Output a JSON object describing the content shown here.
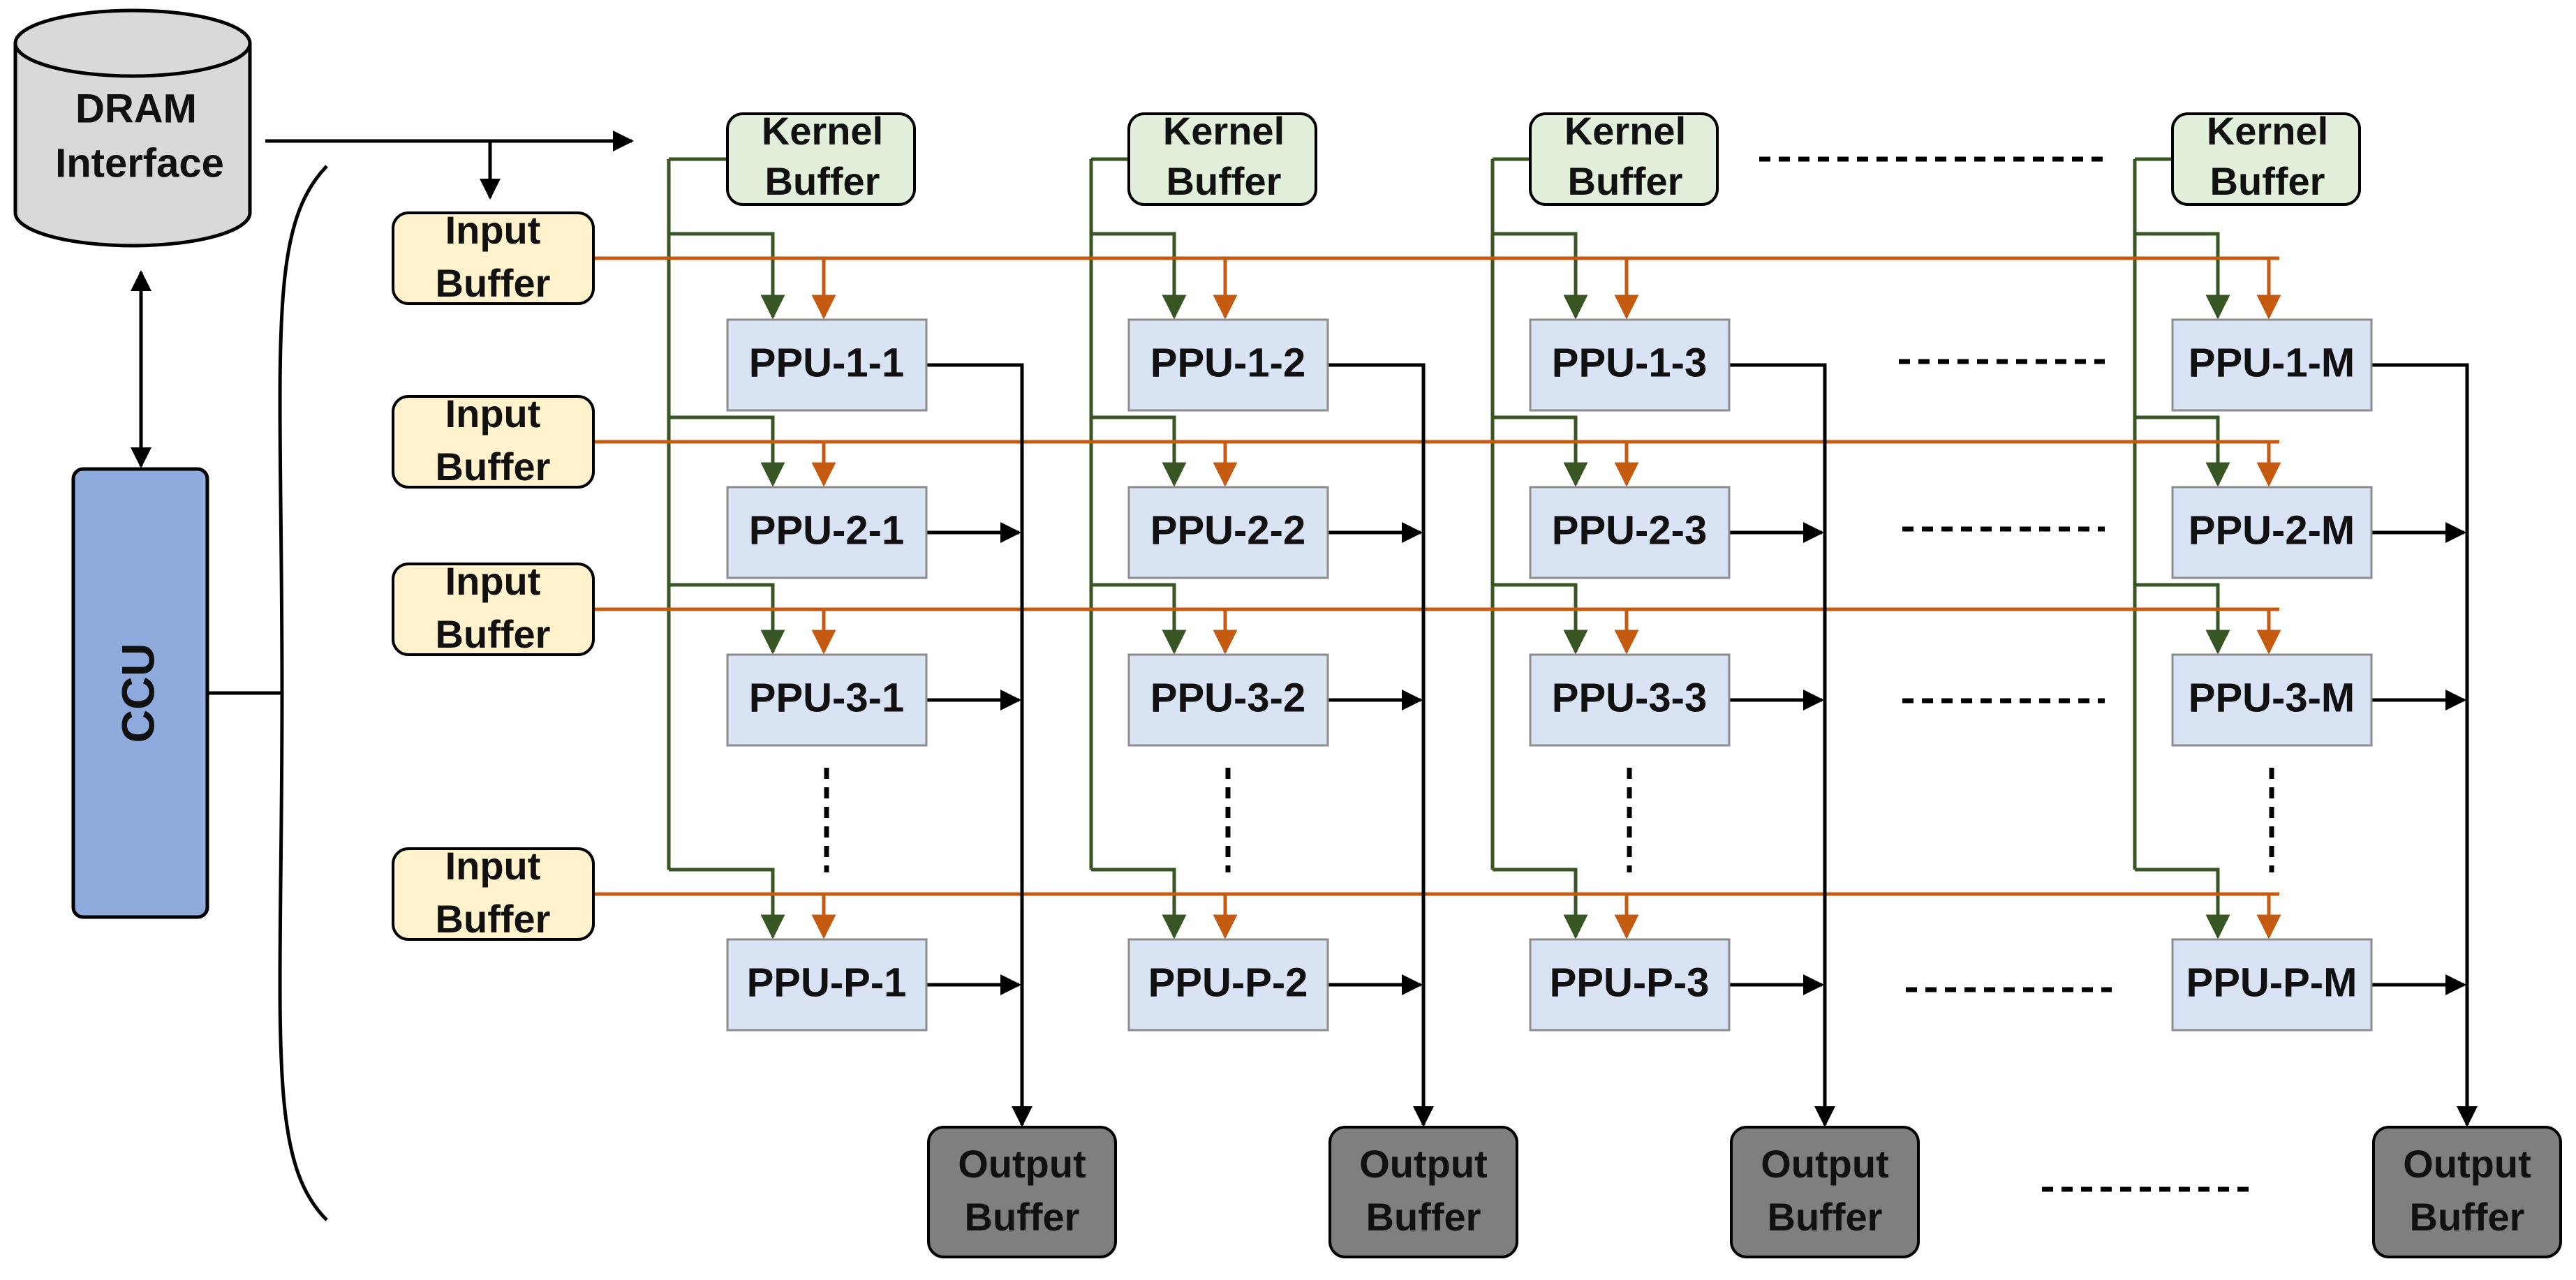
{
  "dram": {
    "line1": "DRAM",
    "line2": "Interface"
  },
  "ccu": {
    "label": "CCU"
  },
  "kernel_buffers": [
    {
      "line1": "Kernel",
      "line2": "Buffer"
    },
    {
      "line1": "Kernel",
      "line2": "Buffer"
    },
    {
      "line1": "Kernel",
      "line2": "Buffer"
    },
    {
      "line1": "Kernel",
      "line2": "Buffer"
    }
  ],
  "input_buffers": [
    {
      "line1": "Input",
      "line2": "Buffer"
    },
    {
      "line1": "Input",
      "line2": "Buffer"
    },
    {
      "line1": "Input",
      "line2": "Buffer"
    },
    {
      "line1": "Input",
      "line2": "Buffer"
    }
  ],
  "output_buffers": [
    {
      "line1": "Output",
      "line2": "Buffer"
    },
    {
      "line1": "Output",
      "line2": "Buffer"
    },
    {
      "line1": "Output",
      "line2": "Buffer"
    },
    {
      "line1": "Output",
      "line2": "Buffer"
    }
  ],
  "ppu_rows": [
    [
      "PPU-1-1",
      "PPU-1-2",
      "PPU-1-3",
      "PPU-1-M"
    ],
    [
      "PPU-2-1",
      "PPU-2-2",
      "PPU-2-3",
      "PPU-2-M"
    ],
    [
      "PPU-3-1",
      "PPU-3-2",
      "PPU-3-3",
      "PPU-3-M"
    ],
    [
      "PPU-P-1",
      "PPU-P-2",
      "PPU-P-3",
      "PPU-P-M"
    ]
  ],
  "colors": {
    "kernel_fill": "#e2efda",
    "input_fill": "#fff2cc",
    "ppu_fill": "#dae3f3",
    "output_fill": "#7f7f7f",
    "dram_fill": "#d9d9d9",
    "ccu_fill": "#8faadc",
    "kernel_line": "#375623",
    "input_line": "#c55a11"
  }
}
